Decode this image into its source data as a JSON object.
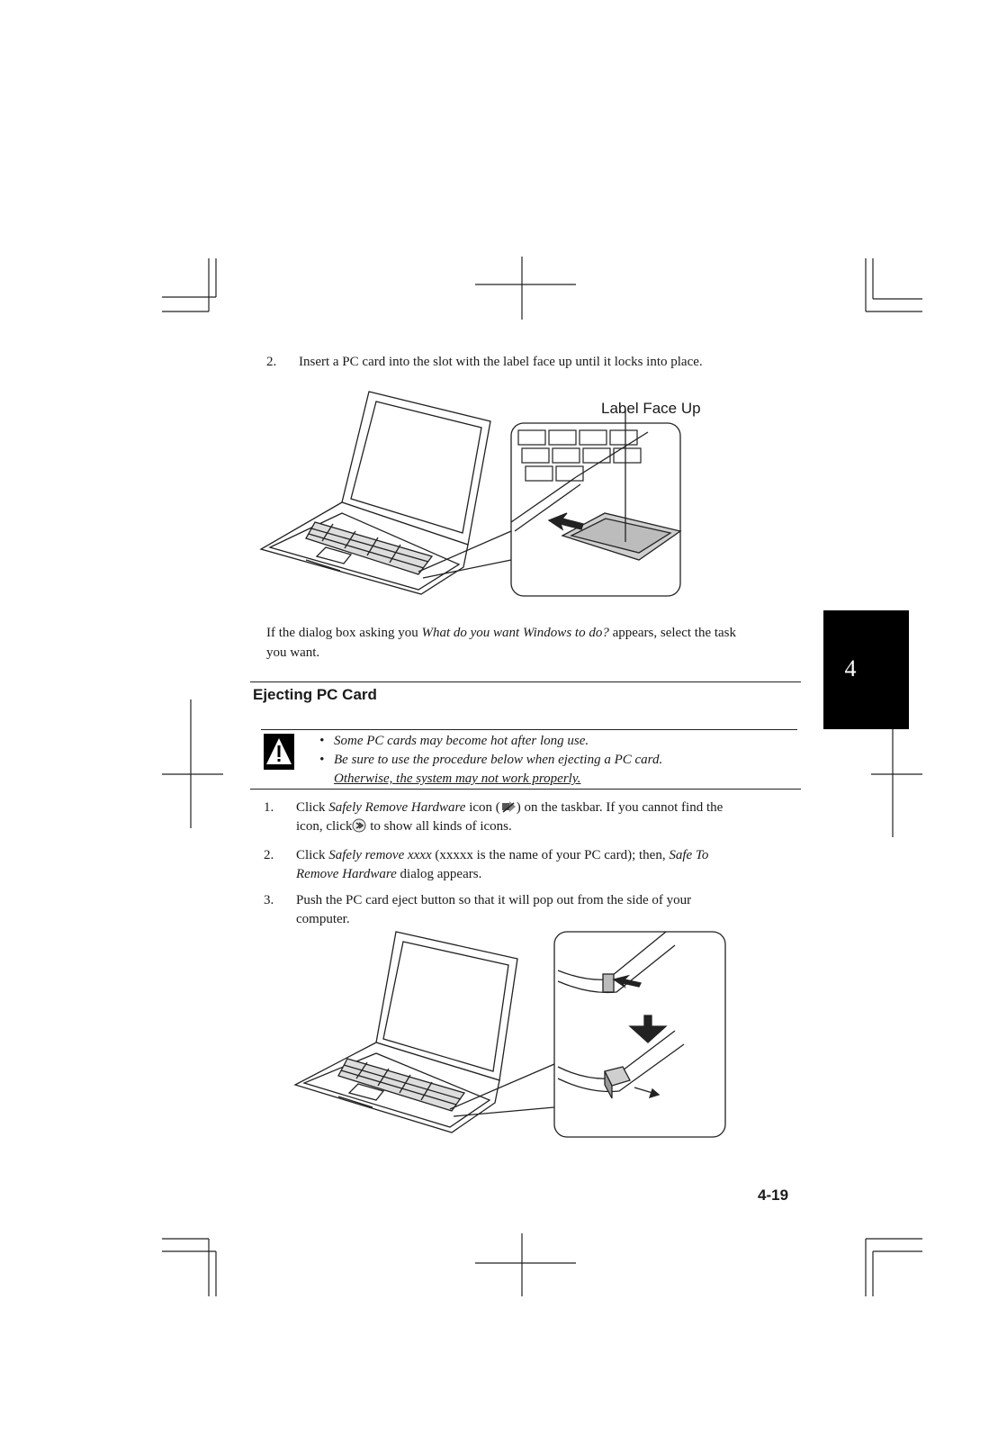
{
  "step_insert": {
    "number": "2.",
    "text": "Insert a PC card into the slot with the label face up until it locks into place."
  },
  "figure1": {
    "callout": "Label Face Up"
  },
  "dialog_note": {
    "pre": "If the dialog box asking you ",
    "italic": "What do you want Windows to do?",
    "post": " appears, select the task",
    "line2": "you want."
  },
  "chapter_tab": {
    "number": "4",
    "color": "#000000"
  },
  "section": {
    "title": "Ejecting PC Card"
  },
  "caution": {
    "icon": "warning-triangle-icon",
    "items": [
      "Some PC cards may become hot after long use.",
      "Be sure to use the procedure below when ejecting a PC card.",
      "Otherwise, the system may not work properly."
    ]
  },
  "steps": [
    {
      "number": "1.",
      "a_pre": "Click ",
      "a_italic": "Safely Remove Hardware",
      "a_mid": " icon (",
      "a_post": ") on the taskbar. If you cannot find the",
      "b_pre": "icon, click",
      "b_post": " to show all kinds of icons."
    },
    {
      "number": "2.",
      "a_pre": "Click ",
      "a_italic": "Safely remove xxxx",
      "a_post": " (xxxxx is the name of your PC card); then, ",
      "a_italic2": "Safe To",
      "b_italic": "Remove Hardware",
      "b_post": " dialog appears."
    },
    {
      "number": "3.",
      "a": "Push the PC card eject button so that it will pop out from the side of your",
      "b": "computer."
    }
  ],
  "page_number": "4-19"
}
